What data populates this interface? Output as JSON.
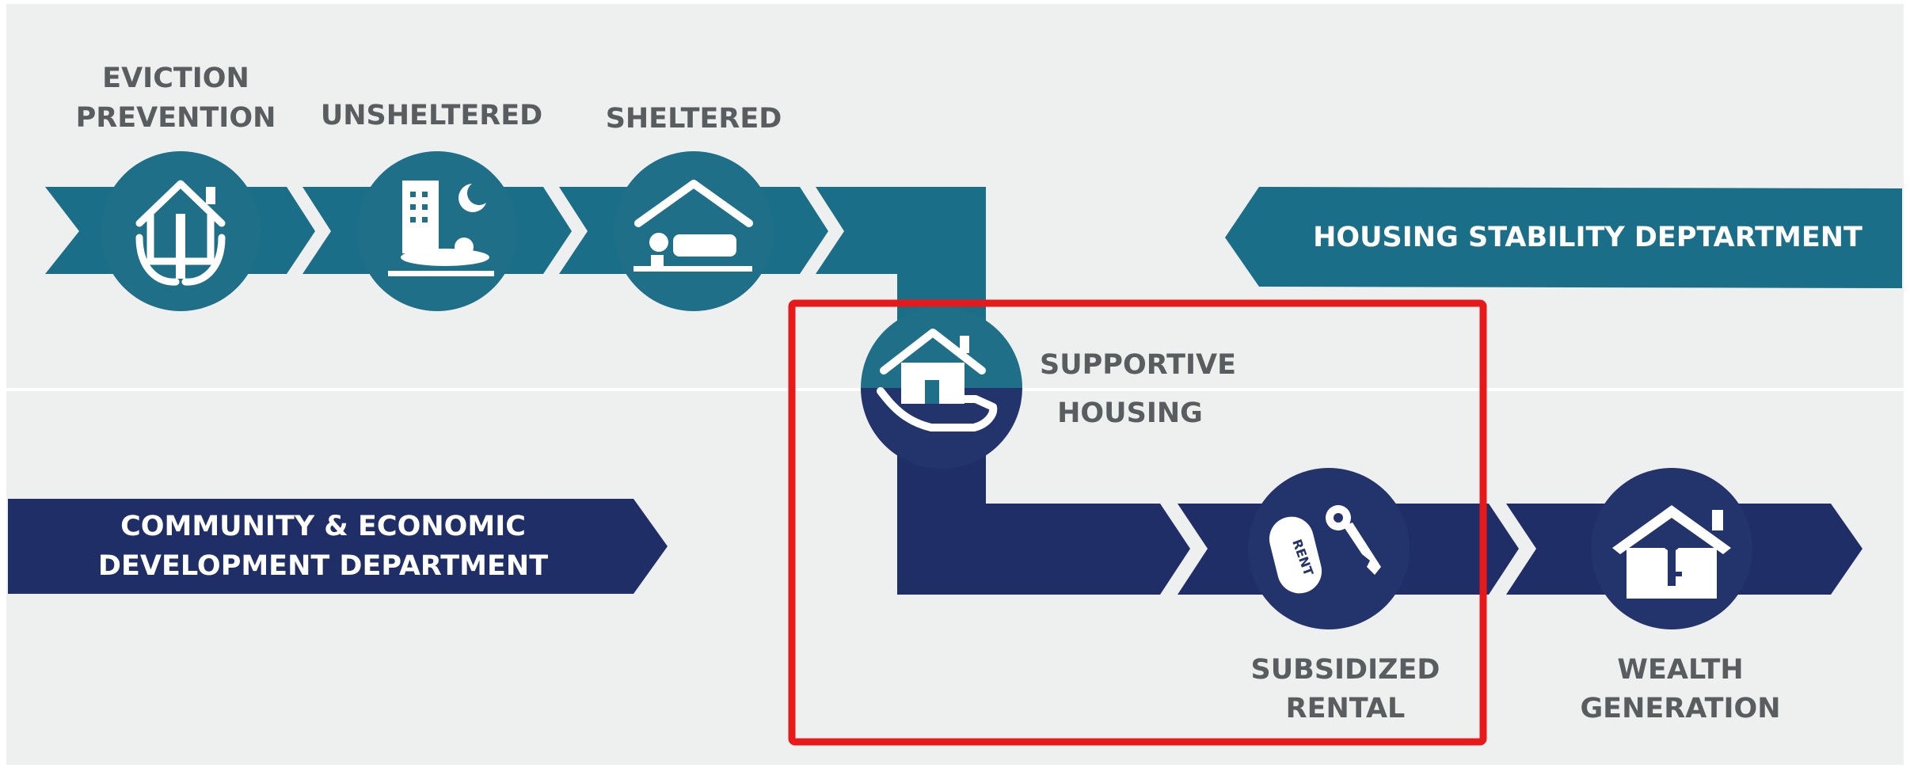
{
  "steps": {
    "eviction_prevention": {
      "line1": "EVICTION",
      "line2": "PREVENTION"
    },
    "unsheltered": {
      "label": "UNSHELTERED"
    },
    "sheltered": {
      "label": "SHELTERED"
    },
    "supportive_housing": {
      "line1": "SUPPORTIVE",
      "line2": "HOUSING"
    },
    "subsidized_rental": {
      "line1": "SUBSIDIZED",
      "line2": "RENTAL",
      "tag_text": "RENT"
    },
    "wealth_generation": {
      "line1": "WEALTH",
      "line2": "GENERATION"
    }
  },
  "departments": {
    "housing": {
      "label": "HOUSING STABILITY DEPTARTMENT"
    },
    "community": {
      "line1": "COMMUNITY & ECONOMIC",
      "line2": "DEVELOPMENT DEPARTMENT"
    }
  },
  "colors": {
    "teal": "#1b6e87",
    "teal_circle": "#1f6f88",
    "navy": "#1f2e66",
    "navy_circle": "#23336b",
    "background": "#eef0f0",
    "label_gray": "#5a5d5f",
    "highlight": "#e8191a"
  }
}
